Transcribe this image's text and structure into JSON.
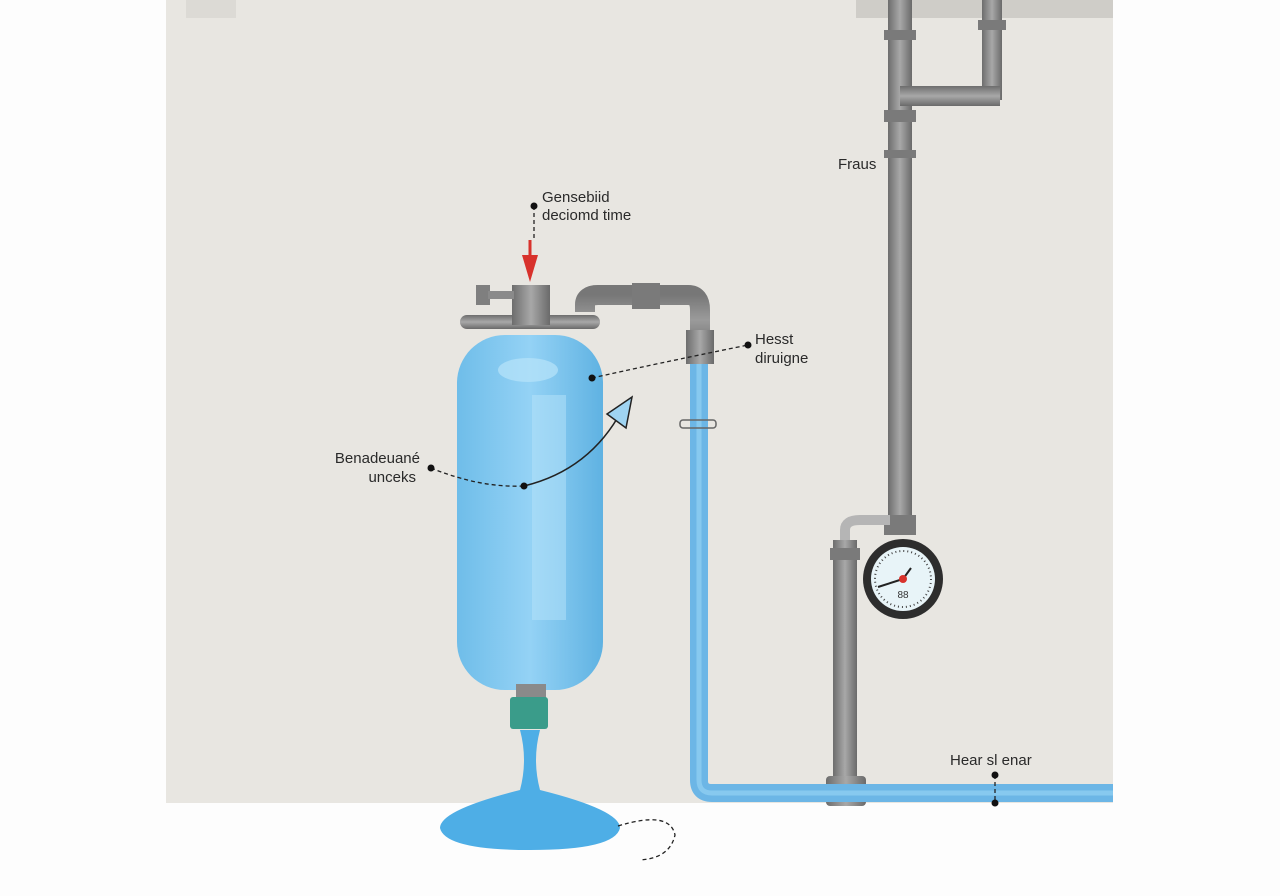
{
  "labels": {
    "top_line1": "Gensebiid",
    "top_line2": "deciomd time",
    "right_line1": "Hesst",
    "right_line2": "diruigne",
    "left_line1": "Benadeuané",
    "left_line2": "unceks",
    "pipe_label": "Fraus",
    "bottom_label": "Hear sl enar",
    "gauge_text": "88"
  },
  "colors": {
    "background_panel": "#e8e6e1",
    "tank": "#7cc6ef",
    "pipe_blue": "#6cb6e6",
    "pipe_grey": "#8a8a8a",
    "arrow_red": "#d8322c"
  }
}
